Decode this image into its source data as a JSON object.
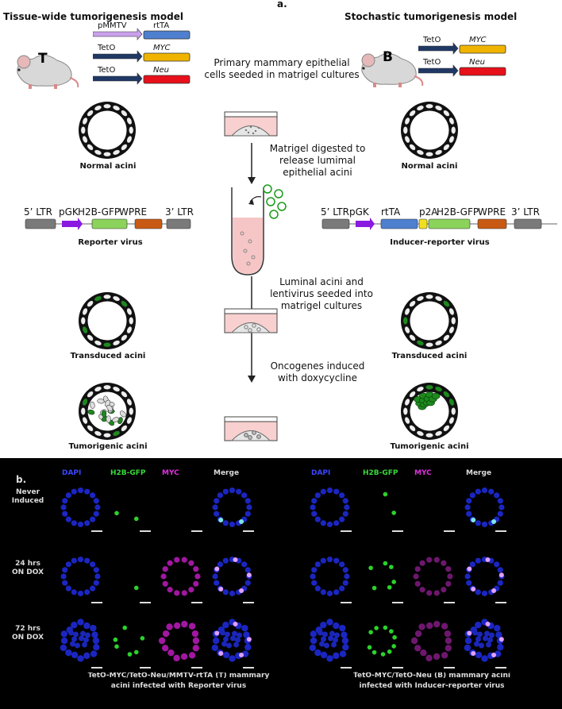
{
  "panel_a": {
    "label": "a.",
    "left_title": "Tissue-wide tumorigenesis model",
    "right_title": "Stochastic tumorigenesis model",
    "mouse_left_letter": "T",
    "mouse_right_letter": "B",
    "left_constructs": [
      {
        "promoter": "pMMTV",
        "gene": "rtTA",
        "italic": false,
        "color": "#4f7fcf"
      },
      {
        "promoter": "TetO",
        "gene": "MYC",
        "italic": true,
        "color": "#f0b400"
      },
      {
        "promoter": "TetO",
        "gene": "Neu",
        "italic": true,
        "color": "#e8101a"
      }
    ],
    "right_constructs": [
      {
        "promoter": "TetO",
        "gene": "MYC",
        "italic": true,
        "color": "#f0b400"
      },
      {
        "promoter": "TetO",
        "gene": "Neu",
        "italic": true,
        "color": "#e8101a"
      }
    ],
    "step1": "Primary mammary epithelial cells seeded in matrigel cultures",
    "step2": "Matrigel digested to release lumimal epithelial acini",
    "step3": "Luminal acini and lentivirus seeded into matrigel cultures",
    "step4": "Oncogenes induced with doxycycline",
    "normal_left": "Normal acini",
    "normal_right": "Normal acini",
    "transduced_left": "Transduced acini",
    "transduced_right": "Transduced acini",
    "tumorigenic_left": "Tumorigenic acini",
    "tumorigenic_right": "Tumorigenic acini",
    "reporter_virus": {
      "label": "Reporter virus",
      "parts": [
        "5’ LTR",
        "pGK",
        "H2B-GFP",
        "WPRE",
        "3’ LTR"
      ]
    },
    "inducer_virus": {
      "label": "Inducer-reporter virus",
      "parts": [
        "5’ LTR",
        "pGK",
        "rtTA",
        "p2A",
        "H2B-GFP",
        "WPRE",
        "3’ LTR"
      ]
    }
  },
  "panel_b": {
    "label": "b.",
    "col_headers": [
      "DAPI",
      "H2B-GFP",
      "MYC",
      "Merge",
      "DAPI",
      "H2B-GFP",
      "MYC",
      "Merge"
    ],
    "col_colors": [
      "#3a46ff",
      "#37d93a",
      "#e030e0",
      "#dddddd",
      "#3a46ff",
      "#37d93a",
      "#e030e0",
      "#dddddd"
    ],
    "row_labels": [
      "Never Induced",
      "24 hrs ON DOX",
      "72 hrs ON DOX"
    ],
    "caption_left_line1": "TetO-MYC/TetO-Neu/MMTV-rtTA (T) mammary",
    "caption_left_line2": "acini infected with Reporter virus",
    "caption_right_line1": "TetO-MYC/TetO-Neu (B) mammary acini",
    "caption_right_line2": "infected with Inducer-reporter virus"
  }
}
